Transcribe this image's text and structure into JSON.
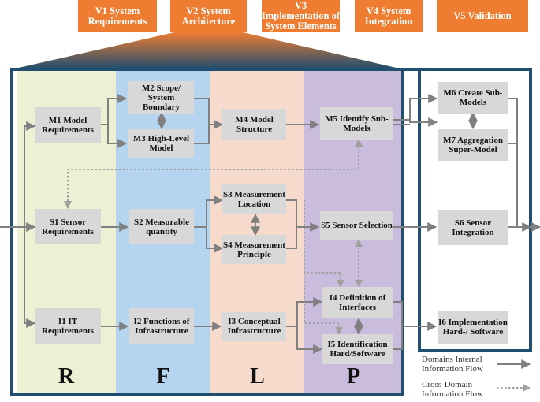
{
  "phases": [
    {
      "id": "v1",
      "label": "V1 System Requirements"
    },
    {
      "id": "v2",
      "label": "V2 System Architecture"
    },
    {
      "id": "v3",
      "label": "V3 Implementation of System Elements"
    },
    {
      "id": "v4",
      "label": "V4 System Integration"
    },
    {
      "id": "v5",
      "label": "V5 Validation"
    }
  ],
  "columns": [
    {
      "letter": "R",
      "color": "#eef0d3"
    },
    {
      "letter": "F",
      "color": "#b5d4ef"
    },
    {
      "letter": "L",
      "color": "#f6dbcd"
    },
    {
      "letter": "P",
      "color": "#c9bcdc"
    }
  ],
  "boxes": {
    "m1": "M1 Model Requirements",
    "m2": "M2 Scope/ System Boundary",
    "m3": "M3 High-Level Model",
    "m4": "M4 Model Structure",
    "m5": "M5 Identify Sub-Models",
    "m6": "M6 Create Sub-Models",
    "m7": "M7 Aggregation Super-Model",
    "s1": "S1 Sensor Requirements",
    "s2": "S2 Measurable quantity",
    "s3": "S3 Measurement Location",
    "s4": "S4 Measurement Principle",
    "s5": "S5 Sensor Selection",
    "s6": "S6 Sensor Integration",
    "i1": "I1 IT Requirements",
    "i2": "I2 Functions of Infrastructure",
    "i3": "I3 Conceptual Infrastructure",
    "i4": "I4 Definition of Interfaces",
    "i5": "I5 Identification Hard/Software",
    "i6": "I6 Implementation Hard-/ Software"
  },
  "legend": {
    "internal": "Domains Internal Information Flow",
    "cross": "Cross-Domain Information Flow"
  },
  "colors": {
    "orange": "#ee7d32",
    "frame": "#1f4e6e",
    "arrow": "#808080",
    "box": "#d8d8d8"
  }
}
